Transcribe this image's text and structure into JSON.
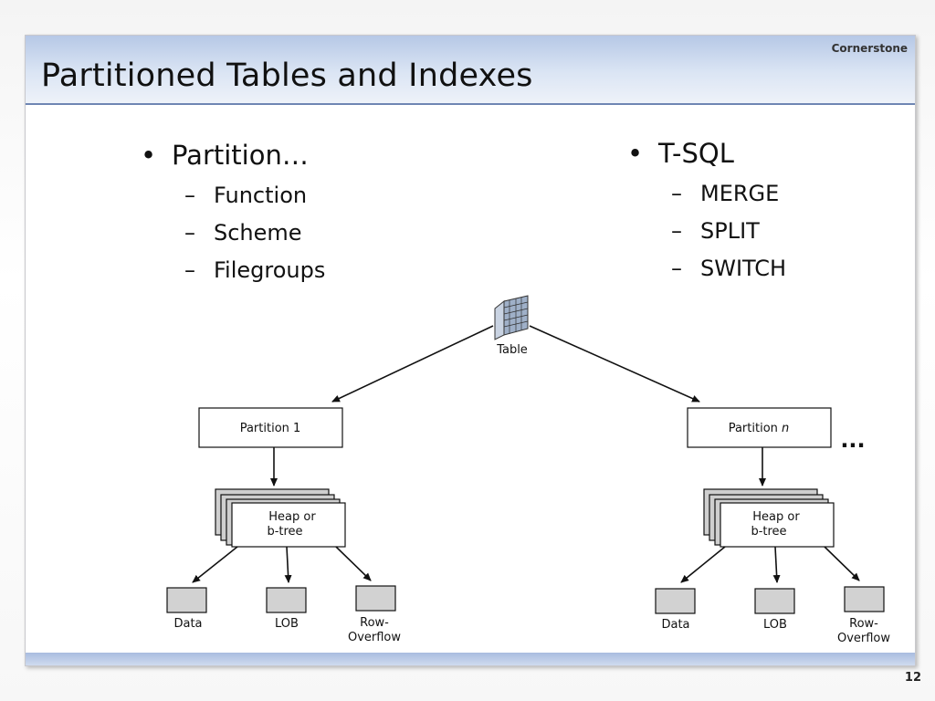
{
  "header": {
    "title": "Partitioned Tables and Indexes",
    "brand": "Cornerstone"
  },
  "left_list": {
    "heading": "Partition…",
    "items": [
      "Function",
      "Scheme",
      "Filegroups"
    ]
  },
  "right_list": {
    "heading": "T-SQL",
    "items": [
      "MERGE",
      "SPLIT",
      "SWITCH"
    ]
  },
  "diagram": {
    "table_label": "Table",
    "partition1_label": "Partition 1",
    "partitionn_prefix": "Partition",
    "partitionn_var": "n",
    "ellipsis": "...",
    "heap_line1": "Heap or",
    "heap_line2": "b-tree",
    "data_label": "Data",
    "lob_label": "LOB",
    "rowoverflow_line1": "Row-",
    "rowoverflow_line2": "Overflow"
  },
  "footer": {
    "page_number": "12"
  }
}
